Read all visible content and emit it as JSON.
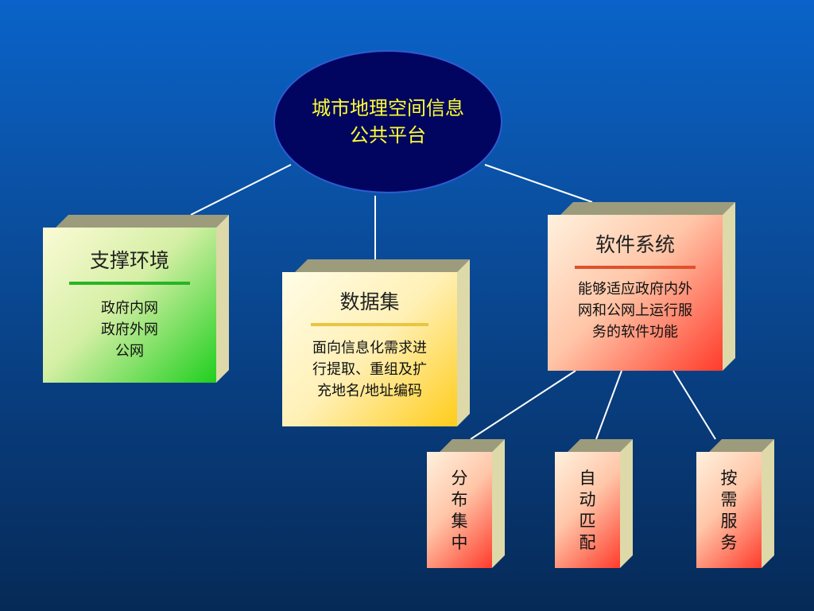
{
  "root": {
    "line1": "城市地理空间信息",
    "line2": "公共平台"
  },
  "support": {
    "title": "支撑环境",
    "items": [
      "政府内网",
      "政府外网",
      "公网"
    ]
  },
  "dataset": {
    "title": "数据集",
    "lines": [
      "面向信息化需求进",
      "行提取、重组及扩",
      "充地名/地址编码"
    ]
  },
  "software": {
    "title": "软件系统",
    "lines": [
      "能够适应政府内外",
      "网和公网上运行服",
      "务的软件功能"
    ]
  },
  "leaves": [
    "分布集中",
    "自动匹配",
    "按需服务"
  ],
  "colors": {
    "root_fill": "#01055f",
    "root_text": "#ffff33",
    "support_gradient": [
      "#fbfbd6",
      "#1fcf1f"
    ],
    "dataset_gradient": [
      "#fffde8",
      "#ffcc1a"
    ],
    "software_gradient": [
      "#fff1de",
      "#ff3b2b"
    ],
    "box_top": "#9c9b7c",
    "box_side": "#ded9a9",
    "connector": "#ffffff"
  }
}
